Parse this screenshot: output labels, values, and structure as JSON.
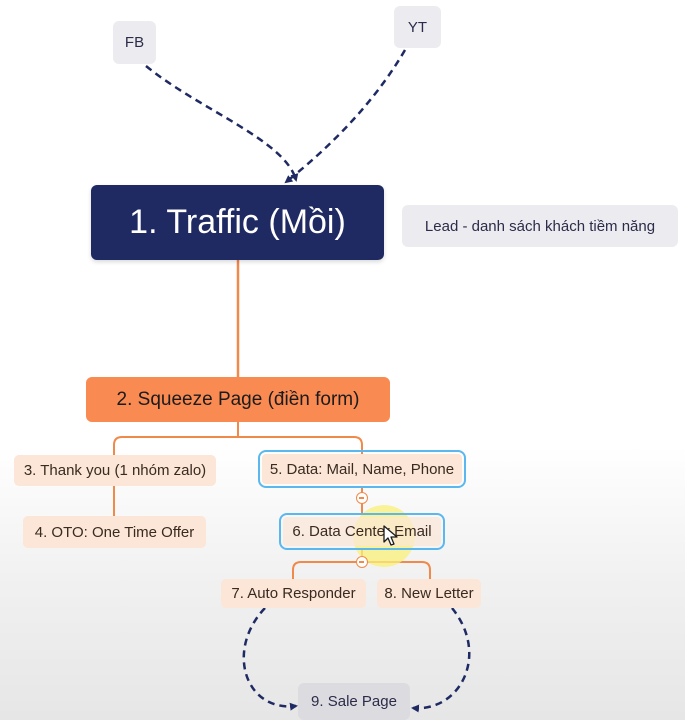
{
  "colors": {
    "main_node": "#1f2a63",
    "squeeze_node": "#f98a52",
    "sub_node": "#fbe6d8",
    "source_node": "#ececf0",
    "connector": "#f08a4b",
    "dashed_arrow": "#1f2a63",
    "selection": "#5ab8ee"
  },
  "sources": {
    "fb": "FB",
    "yt": "YT"
  },
  "main": {
    "traffic": "1. Traffic (Mồi)"
  },
  "note": {
    "lead": "Lead - danh sách khách tiềm năng"
  },
  "squeeze": "2. Squeeze Page (điền form)",
  "nodes": {
    "thank_you": "3. Thank you (1 nhóm zalo)",
    "oto": "4. OTO: One Time Offer",
    "data": "5. Data: Mail, Name, Phone",
    "data_center": "6. Data Center Email",
    "auto_responder": "7. Auto Responder",
    "new_letter": "8. New Letter",
    "sale_page": "9. Sale Page"
  }
}
